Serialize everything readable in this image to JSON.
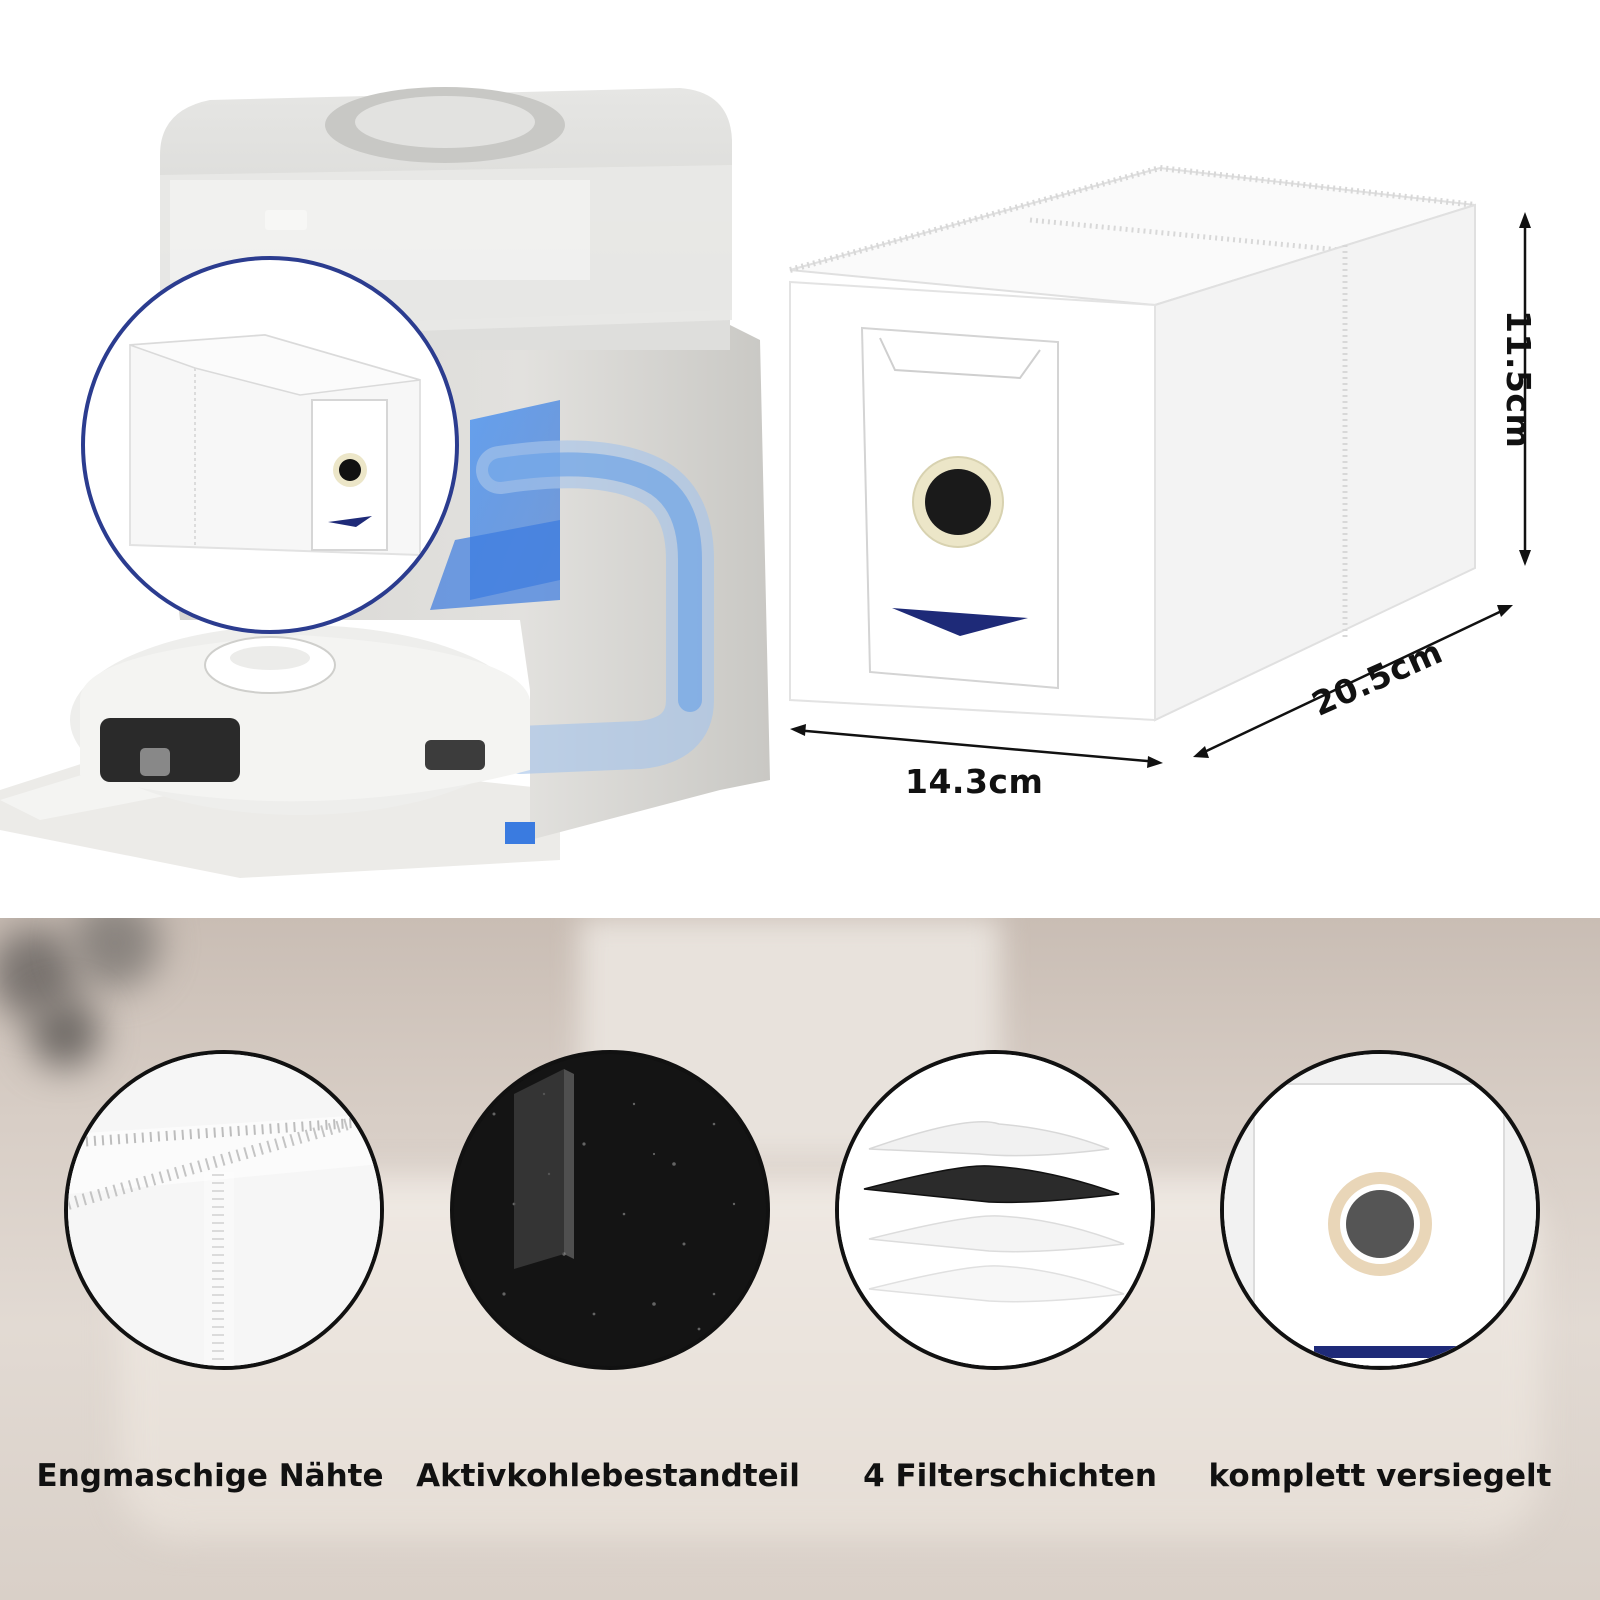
{
  "dimensions": {
    "width": "14.3cm",
    "depth": "20.5cm",
    "height": "11.5cm"
  },
  "features": [
    {
      "label": "Engmaschige Nähte",
      "icon": "seam-closeup-icon"
    },
    {
      "label": "Aktivkohlebestandteil",
      "icon": "activated-carbon-icon"
    },
    {
      "label": "4 Filterschichten",
      "icon": "filter-layers-icon"
    },
    {
      "label": "komplett versiegelt",
      "icon": "sealed-port-icon"
    }
  ],
  "colors": {
    "accent_blue": "#1e2a78",
    "airflow_blue": "#3a7be0",
    "port_ring": "#ece6c8",
    "station_gray": "#d9d9d6"
  }
}
